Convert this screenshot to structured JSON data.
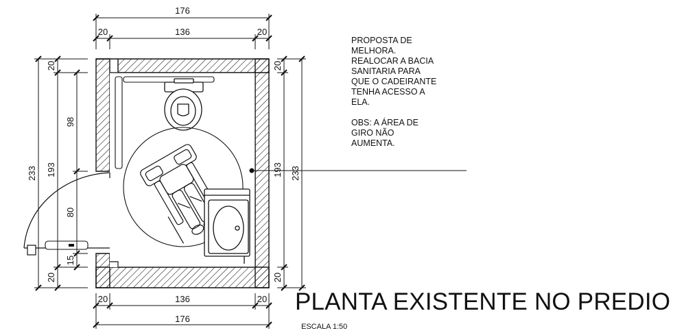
{
  "dimensions": {
    "top_total": "176",
    "top_left": "20",
    "top_mid": "136",
    "top_right": "20",
    "bottom_left": "20",
    "bottom_mid": "136",
    "bottom_right": "20",
    "bottom_total": "176",
    "left_total": "233",
    "left_inner": "193",
    "left_top_wall": "20",
    "left_upper": "98",
    "left_door": "80",
    "left_small": "15",
    "left_bottom_wall": "20",
    "right_top_wall": "20",
    "right_inner": "193",
    "right_total": "233",
    "right_bottom_wall": "20"
  },
  "note": {
    "lines": [
      "PROPOSTA DE",
      "MELHORA.",
      "REALOCAR A BACIA",
      "SANITARIA PARA",
      "QUE O CADEIRANTE",
      "TENHA ACESSO A",
      "ELA."
    ],
    "obs_lines": [
      "OBS: A ÁREA DE",
      "GIRO NÃO",
      "AUMENTA."
    ]
  },
  "title": "PLANTA EXISTENTE NO PREDIO",
  "scale": "ESCALA 1:50"
}
